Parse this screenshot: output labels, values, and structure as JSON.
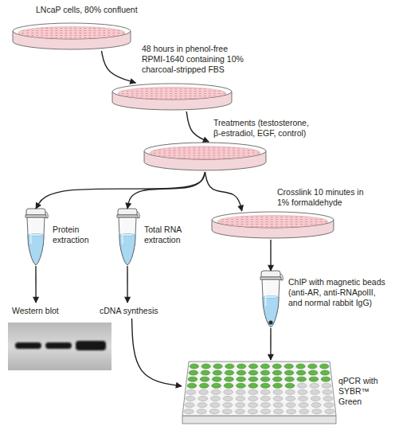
{
  "diagram": {
    "nodes": [
      {
        "text": [
          "LNcaP cells, 80% confluent"
        ]
      },
      {
        "text": [
          "48 hours in phenol-free RPMI-1640 containing 10% charcoal-stripped FBS"
        ]
      },
      {
        "text": [
          "Treatments (testosterone, β-estradiol, EGF, control)"
        ]
      },
      {
        "text": [
          "Protein extraction"
        ]
      },
      {
        "text": [
          "Total RNA extraction"
        ]
      },
      {
        "text": [
          "Crosslink 10 minutes in 1% formaldehyde"
        ]
      },
      {
        "text": [
          "Western blot"
        ]
      },
      {
        "text": [
          "cDNA synthesis"
        ]
      },
      {
        "text": [
          "ChIP with magnetic beads (anti-AR, anti-RNApolII, and normal rabbit IgG)"
        ]
      },
      {
        "text": [
          "qPCR with SYBR™ Green"
        ]
      }
    ],
    "edges": [
      {
        "from": 0,
        "to": 1,
        "arrow": "to"
      },
      {
        "from": 1,
        "to": 2,
        "arrow": "to"
      },
      {
        "from": 2,
        "to": 3,
        "arrow": "to"
      },
      {
        "from": 2,
        "to": 4,
        "arrow": "to"
      },
      {
        "from": 2,
        "to": 5,
        "arrow": "to"
      },
      {
        "from": 3,
        "to": 6,
        "arrow": "to"
      },
      {
        "from": 4,
        "to": 7,
        "arrow": "to"
      },
      {
        "from": 7,
        "to": 9,
        "arrow": "to"
      },
      {
        "from": 5,
        "to": 8,
        "arrow": "to"
      },
      {
        "from": 8,
        "to": 9,
        "arrow": "to"
      }
    ]
  }
}
